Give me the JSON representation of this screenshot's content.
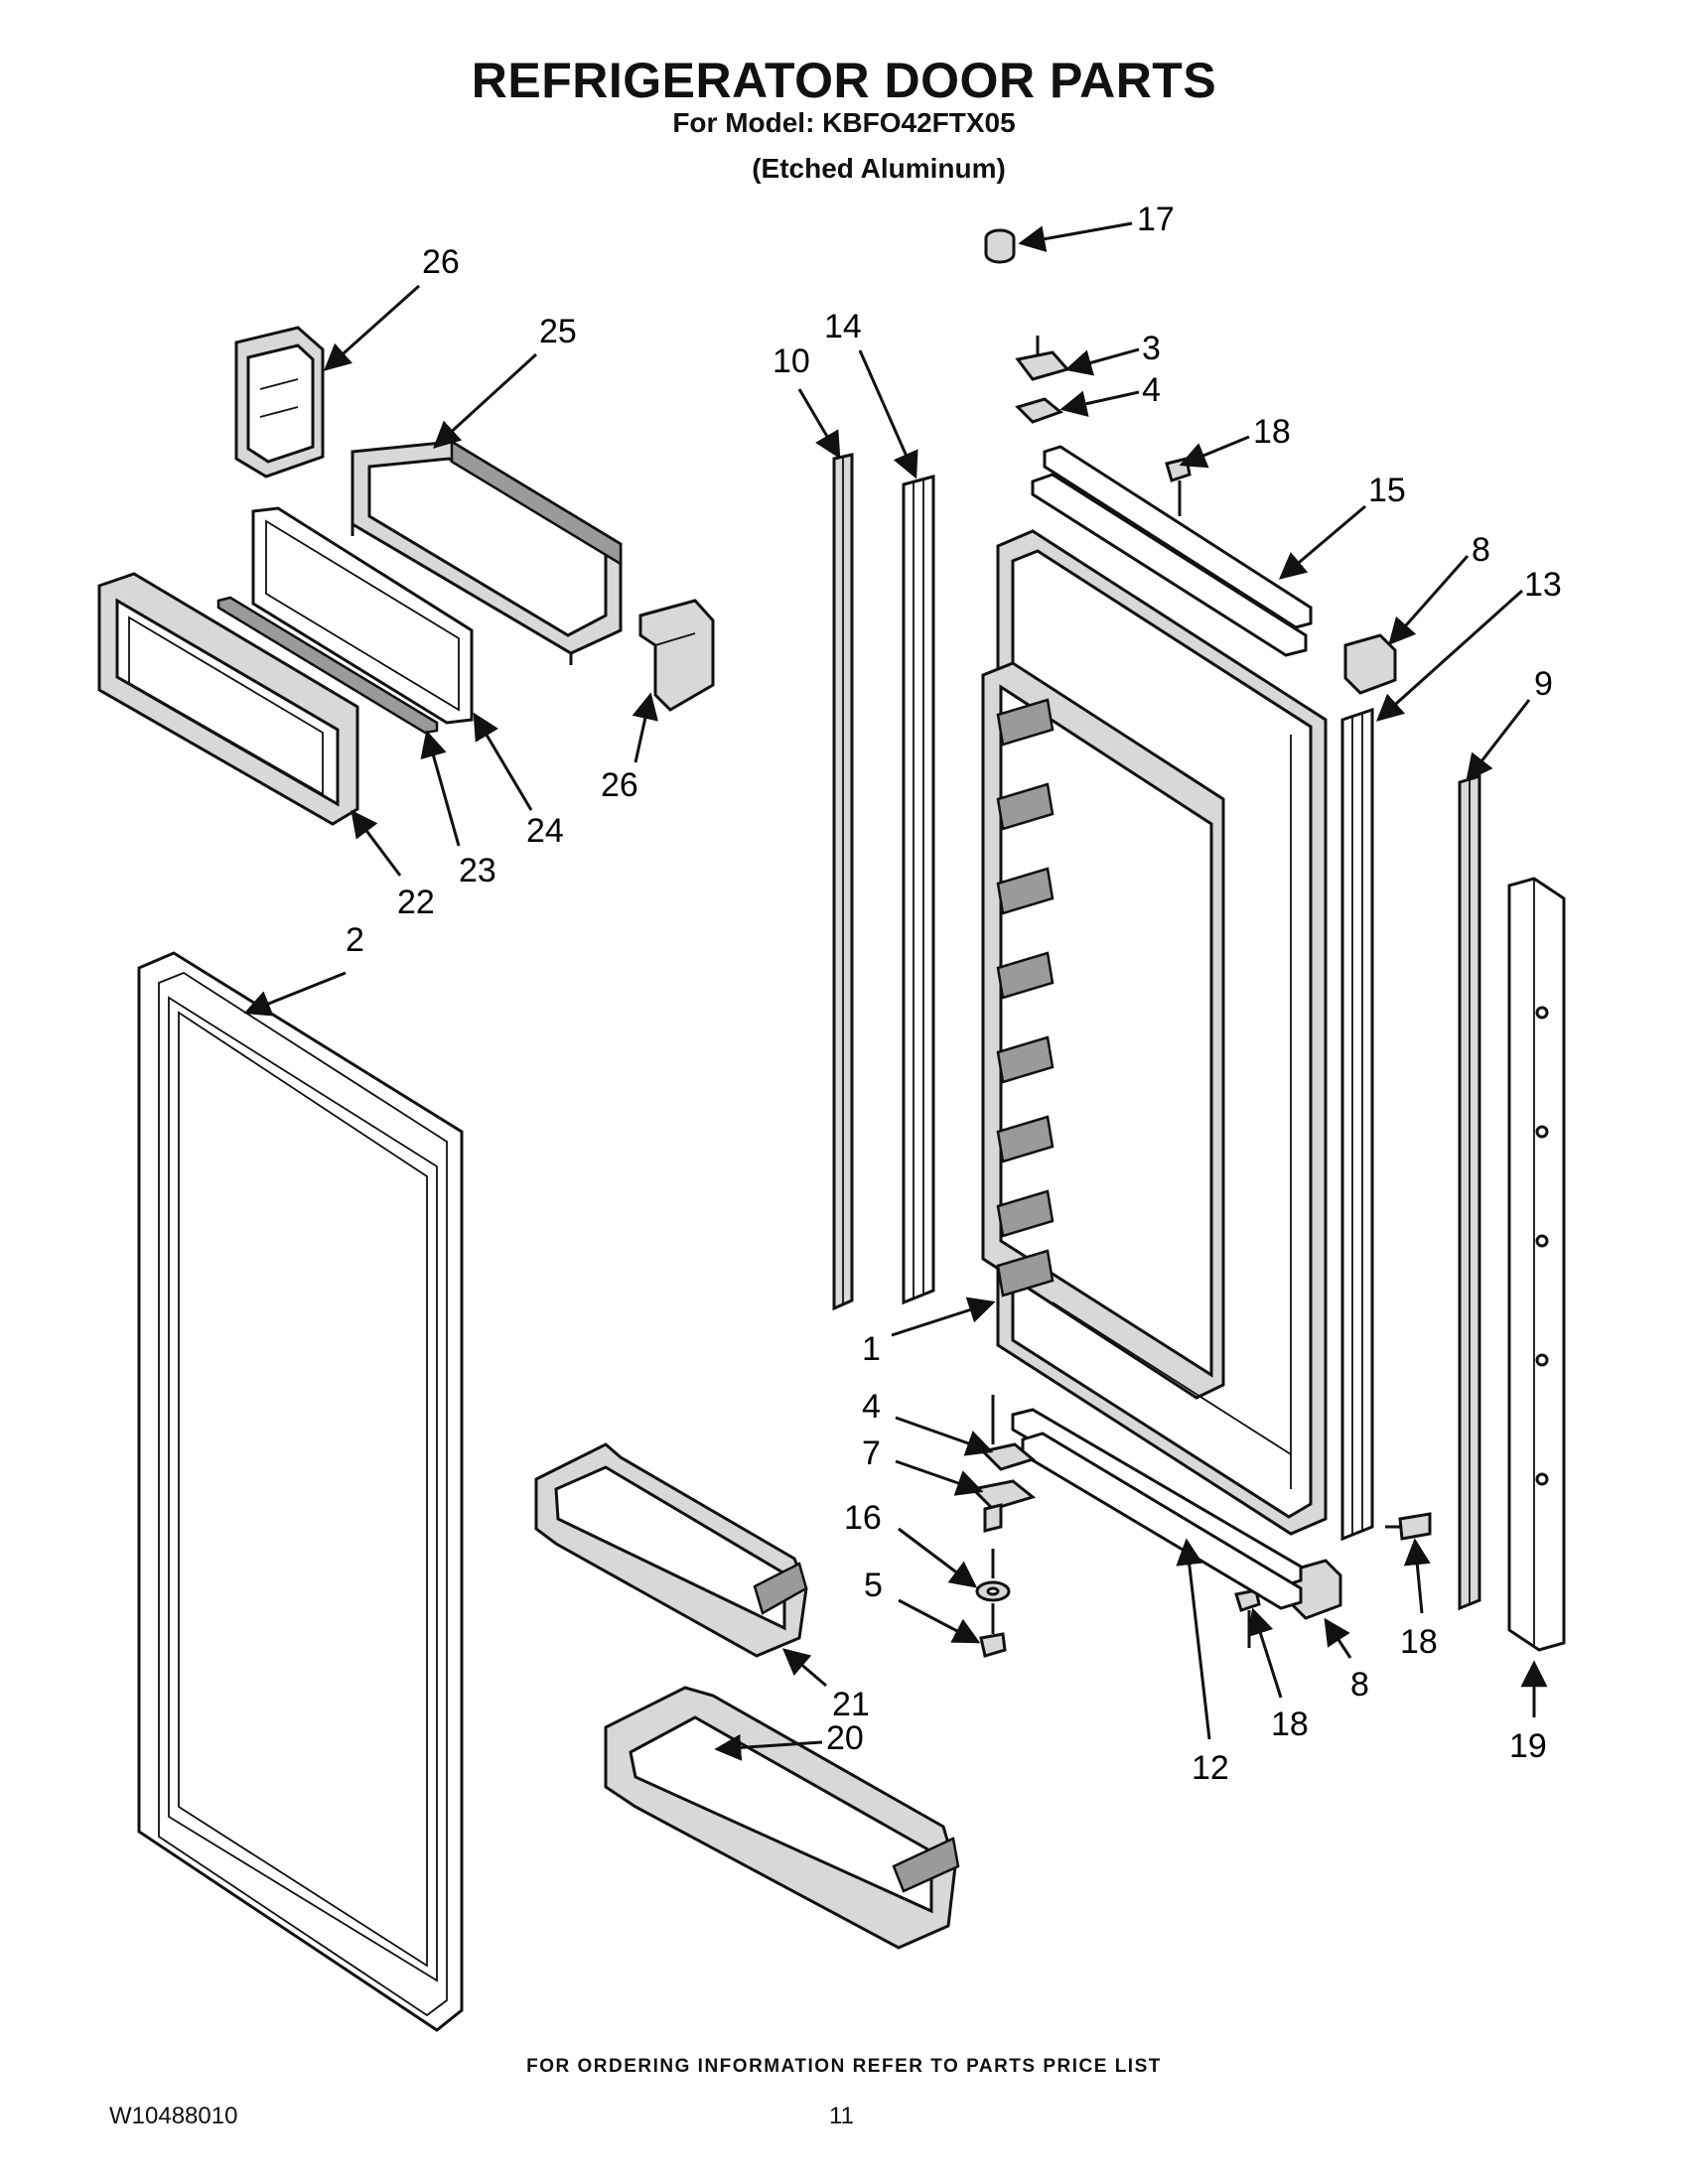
{
  "header": {
    "title": "REFRIGERATOR DOOR PARTS",
    "model_line": "For Model: KBFO42FTX05",
    "variant": "(Etched Aluminum)"
  },
  "footer": {
    "ordering_note": "FOR ORDERING INFORMATION REFER TO PARTS PRICE LIST",
    "document_number": "W10488010",
    "page_number": "11"
  },
  "callouts": {
    "c1": "1",
    "c2": "2",
    "c3": "3",
    "c4a": "4",
    "c4b": "4",
    "c5": "5",
    "c7": "7",
    "c8a": "8",
    "c8b": "8",
    "c9": "9",
    "c10": "10",
    "c12": "12",
    "c13": "13",
    "c14": "14",
    "c15": "15",
    "c16": "16",
    "c17": "17",
    "c18a": "18",
    "c18b": "18",
    "c18c": "18",
    "c19": "19",
    "c20": "20",
    "c21": "21",
    "c22": "22",
    "c23": "23",
    "c24": "24",
    "c25": "25",
    "c26a": "26",
    "c26b": "26"
  }
}
